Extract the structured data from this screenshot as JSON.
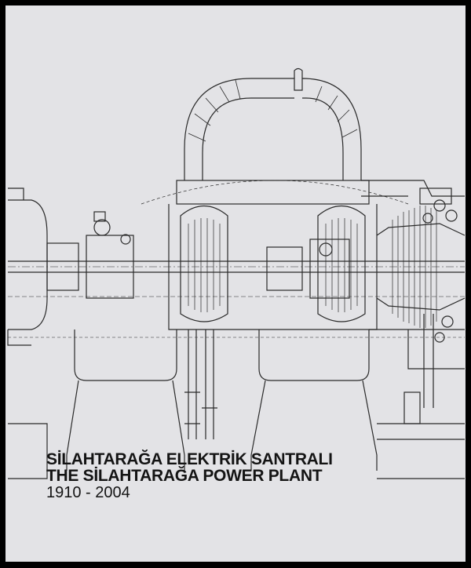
{
  "cover": {
    "title_tr": "SİLAHTARAĞA ELEKTRİK SANTRALI",
    "title_en": "THE SİLAHTARAĞA POWER PLANT",
    "years": "1910 - 2004"
  },
  "colors": {
    "background": "#000000",
    "cover": "#e3e3e6",
    "lines": "#2a2a2a"
  }
}
